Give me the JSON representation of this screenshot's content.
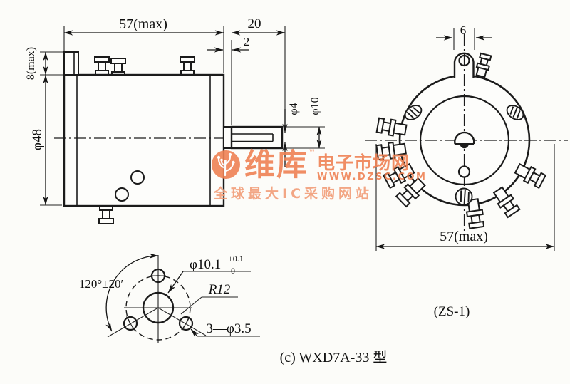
{
  "watermark": {
    "brand_large": "维库",
    "brand_small": "电子市场网",
    "tm": "™",
    "url": "WWW.DZSC.COM",
    "tagline": "全球最大IC采购网站",
    "accent_color": "#ef8254"
  },
  "captions": {
    "figure": "(c) WXD7A-33 型",
    "connector": "(ZS-1)"
  },
  "side_view": {
    "length": "57(max)",
    "shaft_length": "20",
    "boss_length": "2",
    "lug_height": "8(max)",
    "body_diameter": "φ48",
    "shaft_diameter": "φ4",
    "bushing_diameter": "φ10"
  },
  "front_view": {
    "lug_width": "6",
    "outer_diameter": "57(max)"
  },
  "mounting_view": {
    "hole_angle": "120°±20′",
    "center_hole": "φ10.1",
    "center_hole_tol_upper": "+0.1",
    "center_hole_tol_lower": "0",
    "pitch_radius": "R12",
    "mount_holes": "3—φ3.5"
  }
}
